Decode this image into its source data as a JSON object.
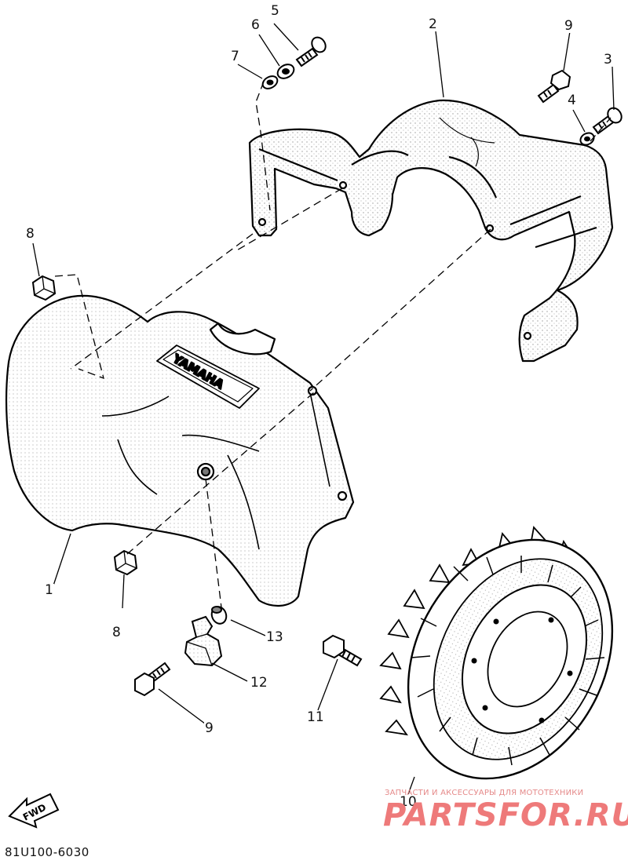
{
  "diagram": {
    "callouts": [
      "1",
      "2",
      "3",
      "4",
      "5",
      "6",
      "7",
      "8",
      "8",
      "9",
      "9",
      "10",
      "11",
      "12",
      "13"
    ],
    "part_code": "81U100-6030",
    "fwd_label": "FWD",
    "emboss_text": "YAMAHA"
  },
  "watermark": {
    "tagline": "ЗАПЧАСТИ И АКСЕССУАРЫ ДЛЯ МОТОТЕХНИКИ",
    "logo": "PARTSFOR.RU"
  }
}
